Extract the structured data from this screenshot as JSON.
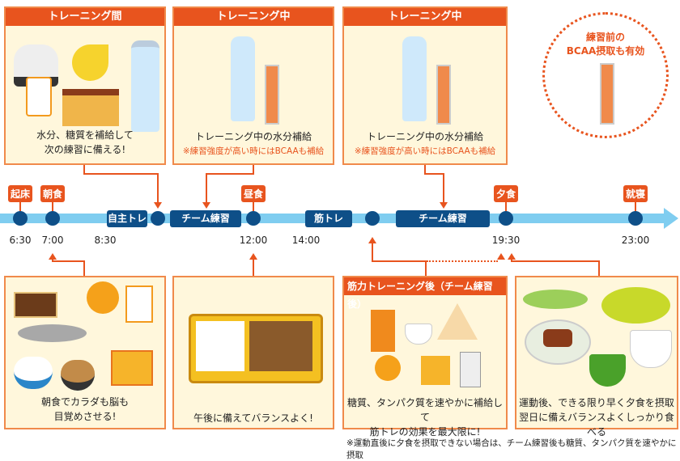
{
  "top_panels": [
    {
      "header": "トレーニング間",
      "lines": [
        "水分、糖質を補給して",
        "次の練習に備える!"
      ]
    },
    {
      "header": "トレーニング中",
      "lines": [
        "トレーニング中の水分補給"
      ],
      "note": "※練習強度が高い時にはBCAAも補給"
    },
    {
      "header": "トレーニング中",
      "lines": [
        "トレーニング中の水分補給"
      ],
      "note": "※練習強度が高い時にはBCAAも補給"
    }
  ],
  "bcaa_circle": {
    "lines": [
      "練習前の",
      "BCAA摂取も有効"
    ]
  },
  "timeline": {
    "events": [
      {
        "label": "起床",
        "time": "6:30"
      },
      {
        "label": "朝食",
        "time": "7:00"
      },
      {
        "label": "昼食",
        "time": "12:00"
      },
      {
        "label": "夕食",
        "time": "19:30"
      },
      {
        "label": "就寝",
        "time": "23:00"
      }
    ],
    "extra_times": [
      "8:30",
      "14:00"
    ],
    "activities": [
      "自主トレ",
      "チーム練習",
      "筋トレ",
      "チーム練習"
    ]
  },
  "bottom_panels": [
    {
      "lines": [
        "朝食でカラダも脳も",
        "目覚めさせる!"
      ]
    },
    {
      "lines": [
        "午後に備えてバランスよく!"
      ]
    },
    {
      "header": "筋力トレーニング後（チーム練習後）",
      "lines": [
        "糖質、タンパク質を速やかに補給して",
        "筋トレの効果を最大限に!"
      ]
    },
    {
      "lines": [
        "運動後、できる限り早く夕食を摂取",
        "翌日に備えバランスよくしっかり食べる"
      ]
    }
  ],
  "footnote": "※運動直後に夕食を摂取できない場合は、チーム練習後も糖質、タンパク質を速やかに摂取",
  "colors": {
    "accent": "#e8541e",
    "navy": "#0e4f88",
    "timeline": "#7fcdf0",
    "panel": "#fff7dc"
  }
}
